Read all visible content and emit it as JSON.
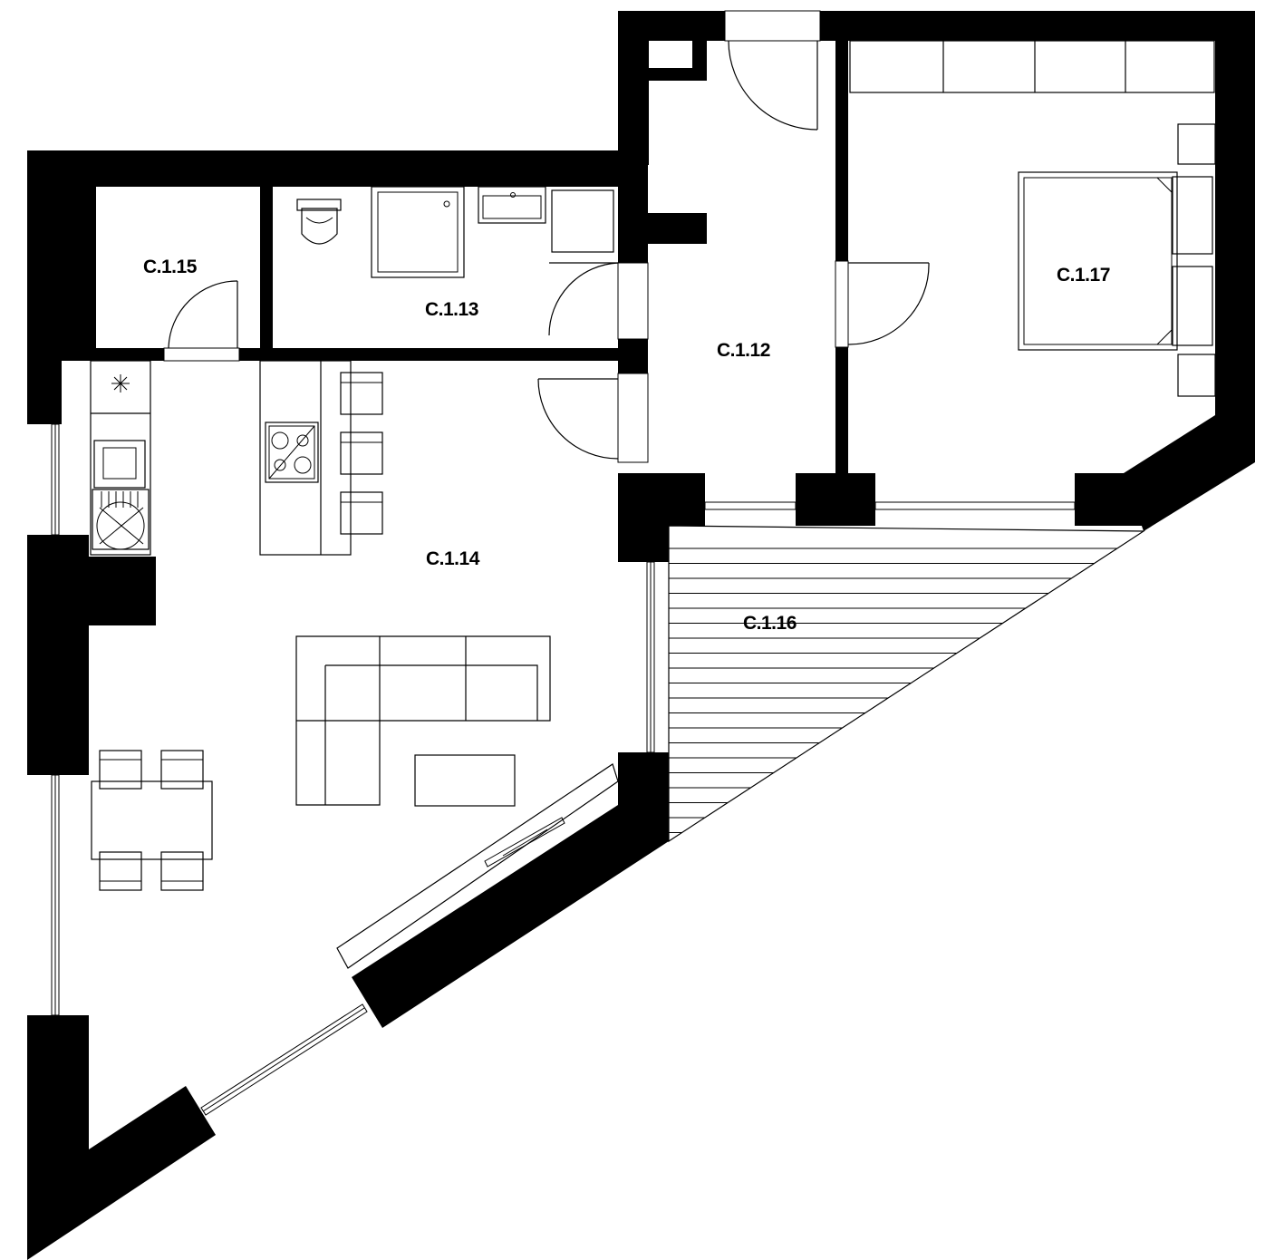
{
  "rooms": [
    {
      "id": "c115",
      "label": "C.1.15"
    },
    {
      "id": "c113",
      "label": "C.1.13"
    },
    {
      "id": "c112",
      "label": "C.1.12"
    },
    {
      "id": "c117",
      "label": "C.1.17"
    },
    {
      "id": "c114",
      "label": "C.1.14"
    },
    {
      "id": "c116",
      "label": "C.1.16"
    }
  ],
  "colors": {
    "wall": "#000000",
    "background": "#ffffff"
  }
}
